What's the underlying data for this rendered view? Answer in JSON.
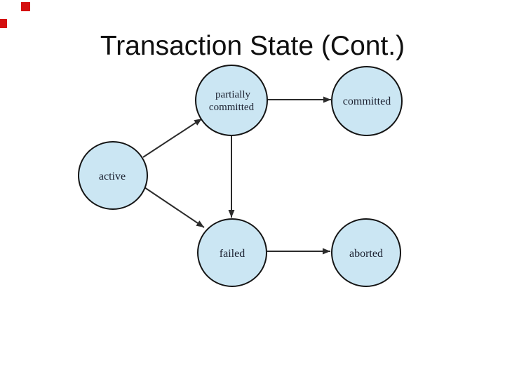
{
  "slide": {
    "title": "Transaction State (Cont.)"
  },
  "diagram": {
    "type": "state-diagram",
    "nodes": [
      {
        "id": "partially-committed",
        "label": "partially committed",
        "line1": "partially",
        "line2": "committed"
      },
      {
        "id": "committed",
        "label": "committed"
      },
      {
        "id": "active",
        "label": "active"
      },
      {
        "id": "failed",
        "label": "failed"
      },
      {
        "id": "aborted",
        "label": "aborted"
      }
    ],
    "edges": [
      {
        "from": "active",
        "to": "partially committed"
      },
      {
        "from": "partially committed",
        "to": "committed"
      },
      {
        "from": "partially committed",
        "to": "failed"
      },
      {
        "from": "active",
        "to": "failed"
      },
      {
        "from": "failed",
        "to": "aborted"
      }
    ]
  },
  "colors": {
    "background": "#ffffff",
    "title_text": "#0f0f0f",
    "node_fill": "#cbe6f3",
    "node_stroke": "#141414",
    "edge_line": "#2b2b2b",
    "label_text": "#1c2130",
    "red_mark": "#d40f0f"
  }
}
